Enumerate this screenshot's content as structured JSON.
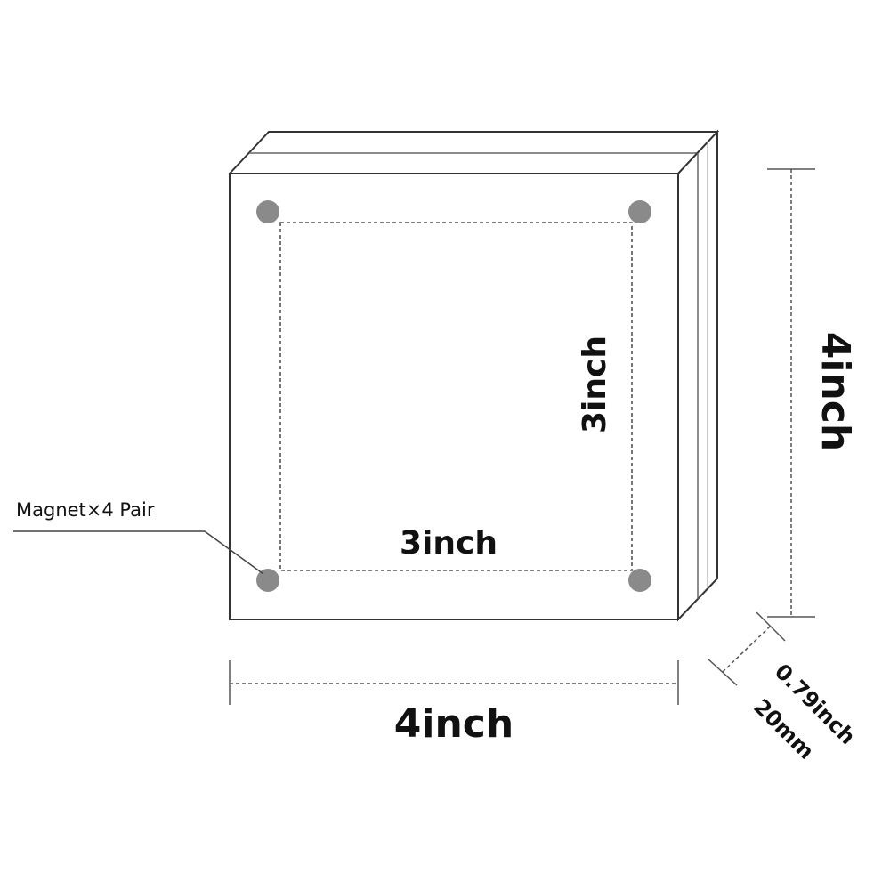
{
  "labels": {
    "magnet": "Magnet×4 Pair",
    "inner_width": "3inch",
    "inner_height": "3inch",
    "outer_width": "4inch",
    "outer_height": "4inch",
    "depth_inch": "0.79inch",
    "depth_mm": "20mm"
  },
  "colors": {
    "line": "#333333",
    "magnet": "#8a8a8a",
    "text": "#111111"
  }
}
